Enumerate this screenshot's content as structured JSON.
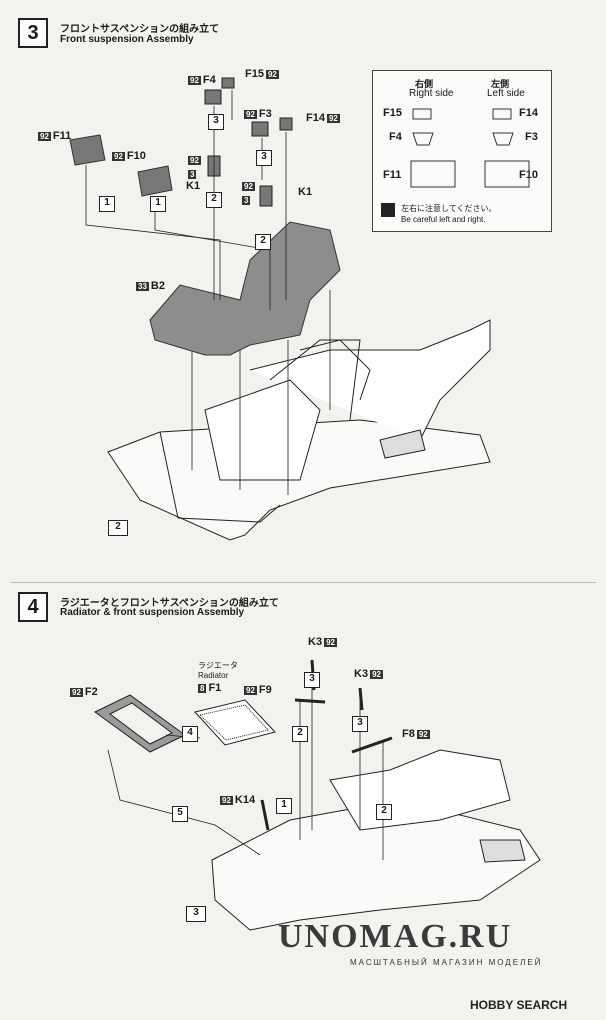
{
  "step3": {
    "number": "3",
    "title_jp": "フロントサスペンションの組み立て",
    "title_en": "Front suspension Assembly",
    "labels": {
      "f4": "F4",
      "f15": "F15",
      "f3": "F3",
      "f14": "F14",
      "f11": "F11",
      "f10": "F10",
      "k1a": "K1",
      "k1b": "K1",
      "b2": "B2"
    },
    "codes": {
      "c92": "92",
      "c3": "3",
      "c33": "33"
    },
    "callouts": {
      "n1": "1",
      "n2": "2",
      "n3": "3"
    },
    "chassis_ref": "2"
  },
  "legend": {
    "right_jp": "右側",
    "right_en": "Right side",
    "left_jp": "左側",
    "left_en": "Left side",
    "parts_right": [
      "F15",
      "F4",
      "F11"
    ],
    "parts_left": [
      "F14",
      "F3",
      "F10"
    ],
    "note_jp": "左右に注意してください。",
    "note_en": "Be careful left and right."
  },
  "step4": {
    "number": "4",
    "title_jp": "ラジエータとフロントサスペンションの組み立て",
    "title_en": "Radiator & front suspension Assembly",
    "radiator_jp": "ラジエータ",
    "radiator_en": "Radiator",
    "labels": {
      "f2": "F2",
      "f1": "F1",
      "f9": "F9",
      "k3a": "K3",
      "k3b": "K3",
      "f8": "F8",
      "k14": "K14"
    },
    "codes": {
      "c92": "92",
      "c8": "8"
    },
    "callouts": {
      "n1": "1",
      "n2": "2",
      "n3": "3",
      "n4": "4",
      "n5": "5"
    },
    "chassis_ref": "3"
  },
  "watermark": {
    "main": "UNOMAG.RU",
    "sub": "МАСШТАБНЫЙ МАГАЗИН МОДЕЛЕЙ"
  },
  "footer": {
    "brand": "HOBBY SEARCH"
  }
}
